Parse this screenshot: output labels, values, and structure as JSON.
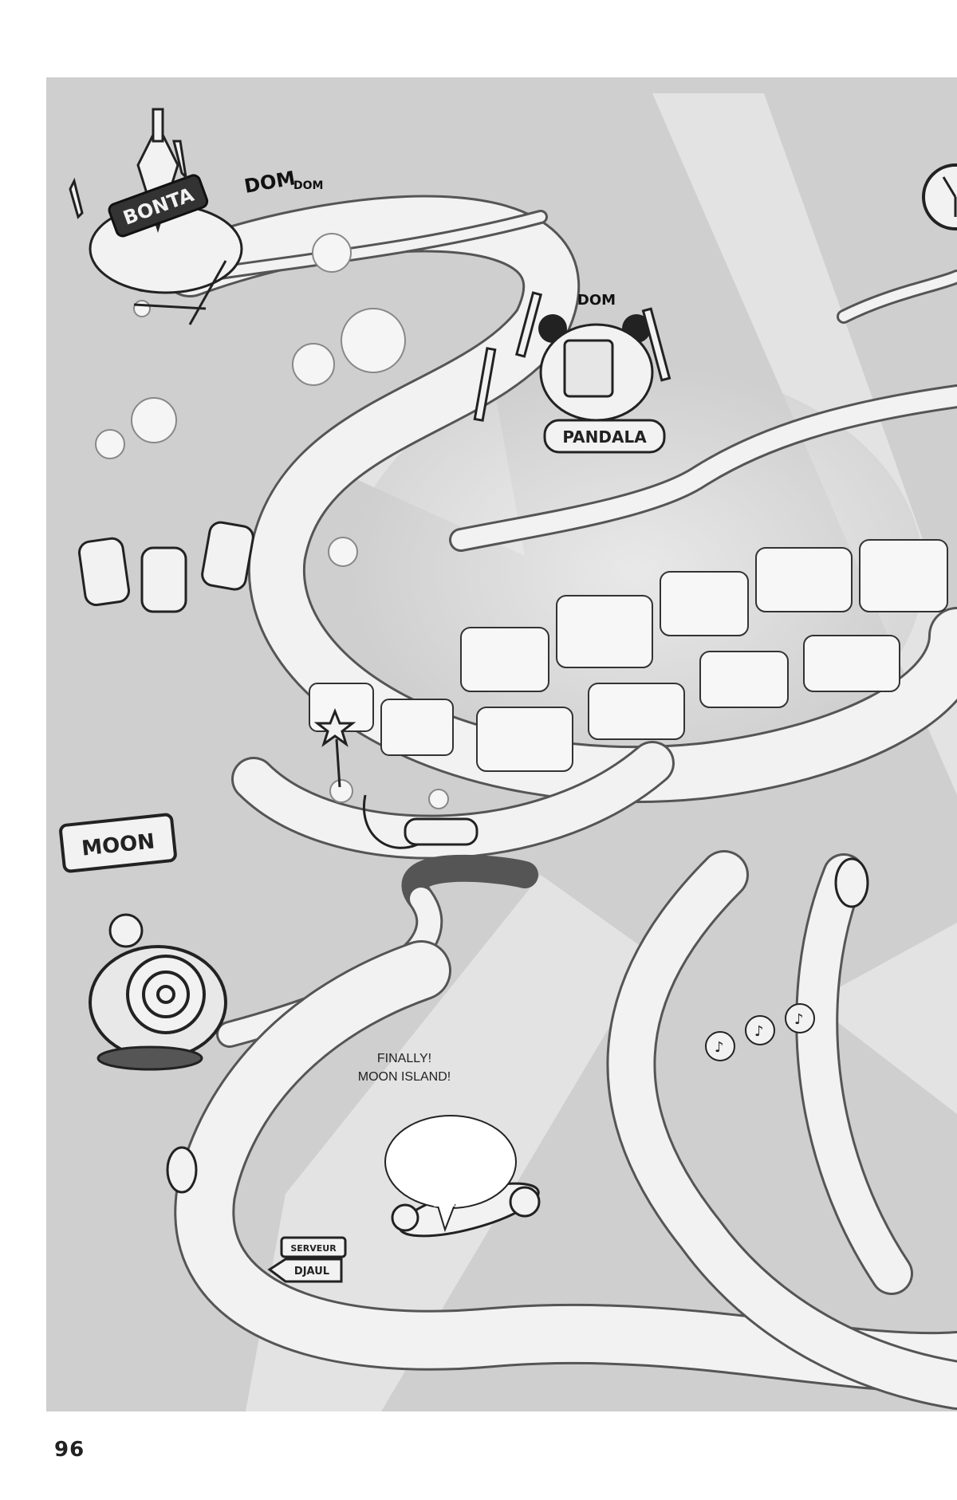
{
  "page": {
    "number": "96"
  },
  "signs": {
    "bonta": "BONTA",
    "pandala": "PANDALA",
    "moon": "MOON",
    "server_top": "SERVEUR",
    "server_bottom": "DJAUL"
  },
  "sfx": {
    "bonta_1": "DOM",
    "bonta_2": "DOM",
    "pandala": "DOM"
  },
  "speech_bubble": {
    "line1": "FINALLY!",
    "line2": "MOON ISLAND!"
  },
  "colors": {
    "background": "#cfcfcf",
    "road": "#f2f2f2",
    "ink": "#222222"
  },
  "icons": [
    "sword-icon",
    "arrow-icon",
    "star-wand-icon",
    "anchor-icon",
    "clock-icon",
    "palm-tree-icon",
    "music-note-icon",
    "snail-shell-icon"
  ]
}
